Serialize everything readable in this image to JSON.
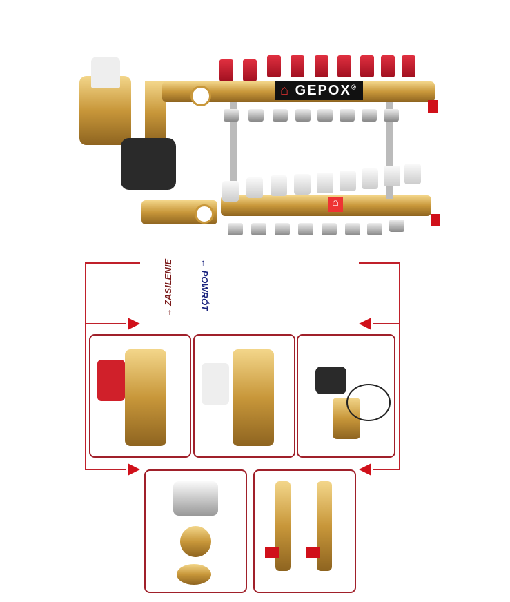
{
  "brand": {
    "logo_text": "GEPOX",
    "registered": "®"
  },
  "labels": {
    "supply": "ZASILENIE",
    "return": "POWRÓT"
  },
  "colors": {
    "supply": "#7a1a1a",
    "return": "#1a237e",
    "lines": "#c0202a",
    "arrows": "#d0101a"
  }
}
